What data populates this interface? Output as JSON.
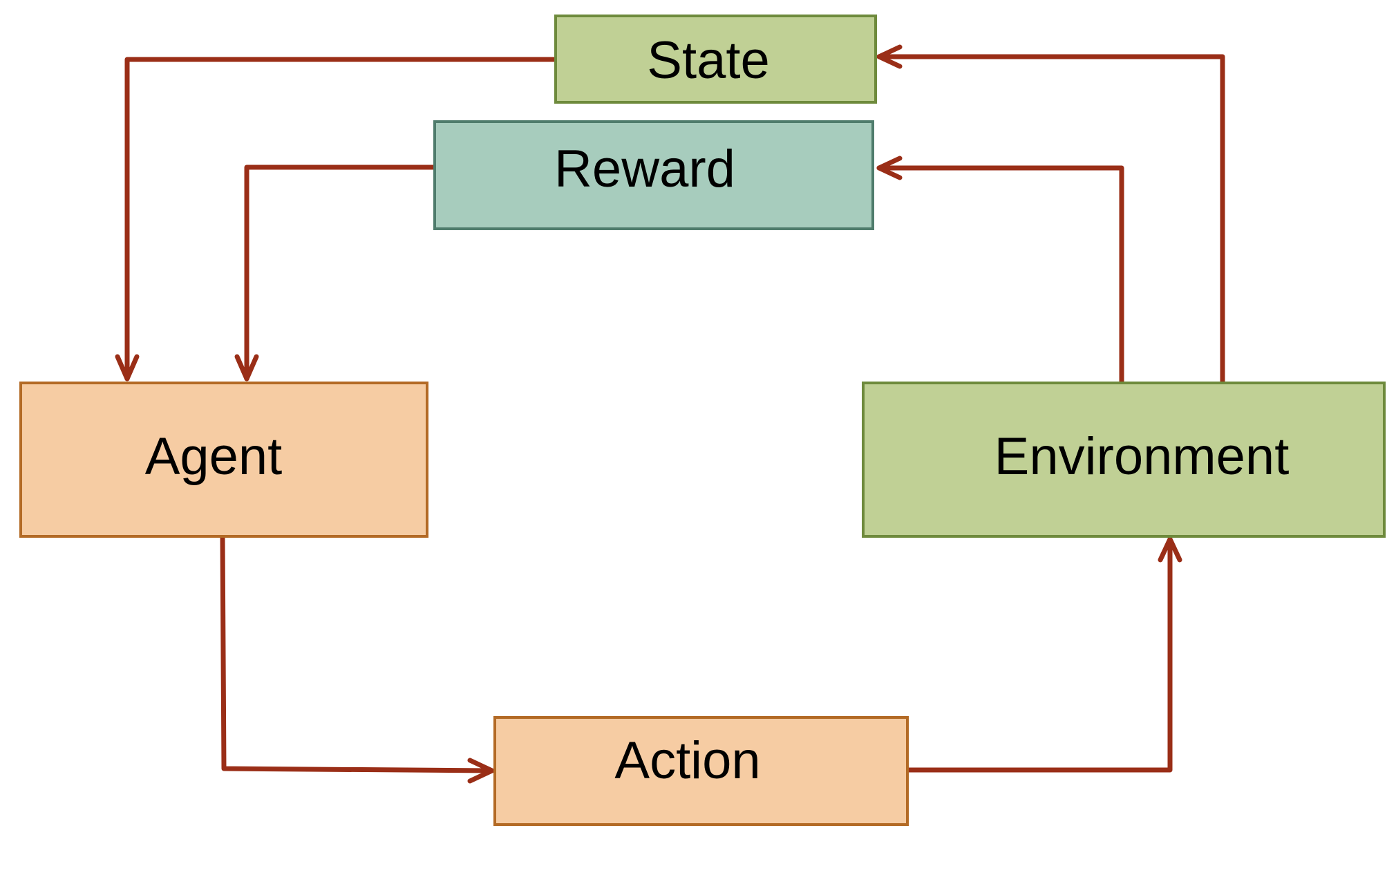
{
  "colors": {
    "arrow": "#9a2e17",
    "state_fill": "#c0d095",
    "state_border": "#6e8a3c",
    "reward_fill": "#a7ccbd",
    "reward_border": "#4f7c6c",
    "agent_fill": "#f6cca3",
    "agent_border": "#b36a25",
    "environment_fill": "#c0d095",
    "environment_border": "#6e8a3c",
    "action_fill": "#f6cca3",
    "action_border": "#b36a25"
  },
  "nodes": {
    "state": {
      "label": "State"
    },
    "reward": {
      "label": "Reward"
    },
    "agent": {
      "label": "Agent"
    },
    "environment": {
      "label": "Environment"
    },
    "action": {
      "label": "Action"
    }
  },
  "edges": [
    {
      "from": "state",
      "to": "agent"
    },
    {
      "from": "reward",
      "to": "agent"
    },
    {
      "from": "agent",
      "to": "action"
    },
    {
      "from": "action",
      "to": "environment"
    },
    {
      "from": "environment",
      "to": "reward"
    },
    {
      "from": "environment",
      "to": "state"
    }
  ]
}
